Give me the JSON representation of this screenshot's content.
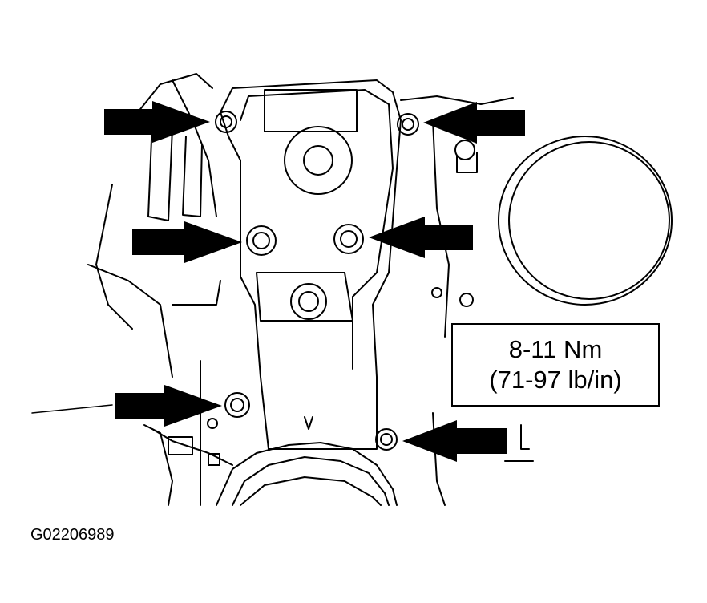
{
  "figure": {
    "id": "G02206989",
    "torque_spec": {
      "metric": "8-11 Nm",
      "imperial": "(71-97 lb/in)"
    }
  }
}
